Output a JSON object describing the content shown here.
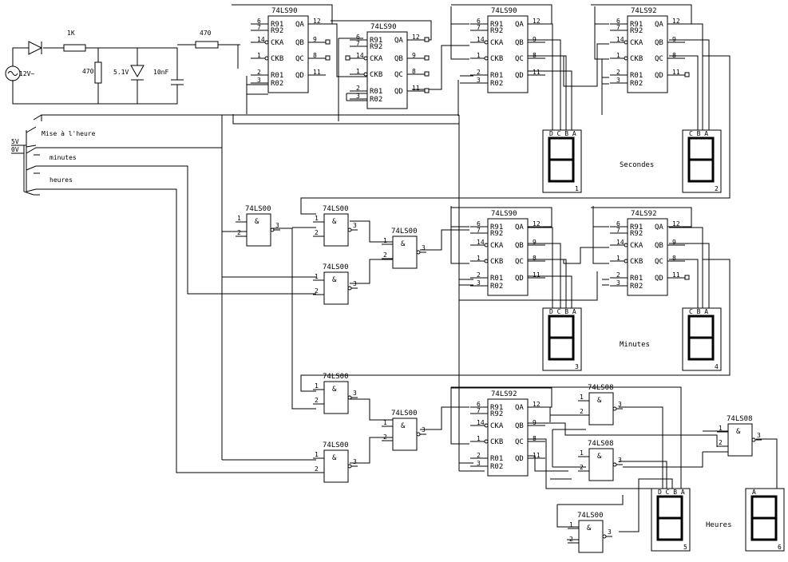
{
  "supply": {
    "source_label": "12V~",
    "resistor_1k": "1K",
    "resistor_470_shunt": "470",
    "zener": "5.1V",
    "capacitor": "10nF",
    "resistor_470_series": "470"
  },
  "rails": {
    "v5": "5V",
    "v0": "0V"
  },
  "switches": {
    "set_time": "Mise à l'heure",
    "minutes": "minutes",
    "hours": "heures"
  },
  "pin_labels": {
    "r91": "R91",
    "r92": "R92",
    "r01": "R01",
    "r02": "R02",
    "cka": "CKA",
    "ckb": "CKB",
    "qa": "QA",
    "qb": "QB",
    "qc": "QC",
    "qd": "QD"
  },
  "counters": [
    {
      "part": "74LS90",
      "pins": {
        "r91": "6",
        "r92": "7",
        "cka": "14",
        "ckb": "1",
        "r01": "2",
        "r02": "3",
        "qa": "12",
        "qb": "9",
        "qc": "8",
        "qd": "11"
      }
    },
    {
      "part": "74LS90",
      "pins": {
        "r91": "6",
        "r92": "7",
        "cka": "14",
        "ckb": "1",
        "r01": "2",
        "r02": "3",
        "qa": "12",
        "qb": "9",
        "qc": "8",
        "qd": "11"
      }
    },
    {
      "part": "74LS90",
      "pins": {
        "r91": "6",
        "r92": "7",
        "cka": "14",
        "ckb": "1",
        "r01": "2",
        "r02": "3",
        "qa": "12",
        "qb": "9",
        "qc": "8",
        "qd": "11"
      }
    },
    {
      "part": "74LS92",
      "pins": {
        "r91": "6",
        "r92": "7",
        "cka": "14",
        "ckb": "1",
        "r01": "2",
        "r02": "3",
        "qa": "12",
        "qb": "9",
        "qc": "8",
        "qd": "11"
      }
    },
    {
      "part": "74LS90",
      "pins": {
        "r91": "6",
        "r92": "7",
        "cka": "14",
        "ckb": "1",
        "r01": "2",
        "r02": "3",
        "qa": "12",
        "qb": "9",
        "qc": "8",
        "qd": "11"
      }
    },
    {
      "part": "74LS92",
      "pins": {
        "r91": "6",
        "r92": "7",
        "cka": "14",
        "ckb": "1",
        "r01": "2",
        "r02": "3",
        "qa": "12",
        "qb": "9",
        "qc": "8",
        "qd": "11"
      }
    },
    {
      "part": "74LS92",
      "pins": {
        "r91": "6",
        "r92": "7",
        "cka": "14",
        "ckb": "1",
        "r01": "2",
        "r02": "3",
        "qa": "12",
        "qb": "9",
        "qc": "8",
        "qd": "11"
      }
    }
  ],
  "gates": [
    {
      "part": "74LS00",
      "symbol": "&",
      "in1": "1",
      "in2": "2",
      "out": "3"
    },
    {
      "part": "74LS00",
      "symbol": "&",
      "in1": "1",
      "in2": "2",
      "out": "3"
    },
    {
      "part": "74LS00",
      "symbol": "&",
      "in1": "1",
      "in2": "2",
      "out": "3"
    },
    {
      "part": "74LS00",
      "symbol": "&",
      "in1": "1",
      "in2": "2",
      "out": "3"
    },
    {
      "part": "74LS00",
      "symbol": "&",
      "in1": "1",
      "in2": "2",
      "out": "3"
    },
    {
      "part": "74LS00",
      "symbol": "&",
      "in1": "1",
      "in2": "2",
      "out": "3"
    },
    {
      "part": "74LS00",
      "symbol": "&",
      "in1": "1",
      "in2": "2",
      "out": "3"
    },
    {
      "part": "74LS08",
      "symbol": "&",
      "in1": "1",
      "in2": "2",
      "out": "3"
    },
    {
      "part": "74LS08",
      "symbol": "&",
      "in1": "1",
      "in2": "2",
      "out": "3"
    },
    {
      "part": "74LS08",
      "symbol": "&",
      "in1": "1",
      "in2": "2",
      "out": "3"
    },
    {
      "part": "74LS00",
      "symbol": "&",
      "in1": "1",
      "in2": "2",
      "out": "3"
    }
  ],
  "displays": [
    {
      "number": "1",
      "pins": "D C B A"
    },
    {
      "number": "2",
      "pins": "C B A"
    },
    {
      "number": "3",
      "pins": "D C B A"
    },
    {
      "number": "4",
      "pins": "C B A"
    },
    {
      "number": "5",
      "pins": "D C B A"
    },
    {
      "number": "6",
      "pins": "A"
    }
  ],
  "section_labels": {
    "seconds": "Secondes",
    "minutes": "Minutes",
    "hours": "Heures"
  }
}
